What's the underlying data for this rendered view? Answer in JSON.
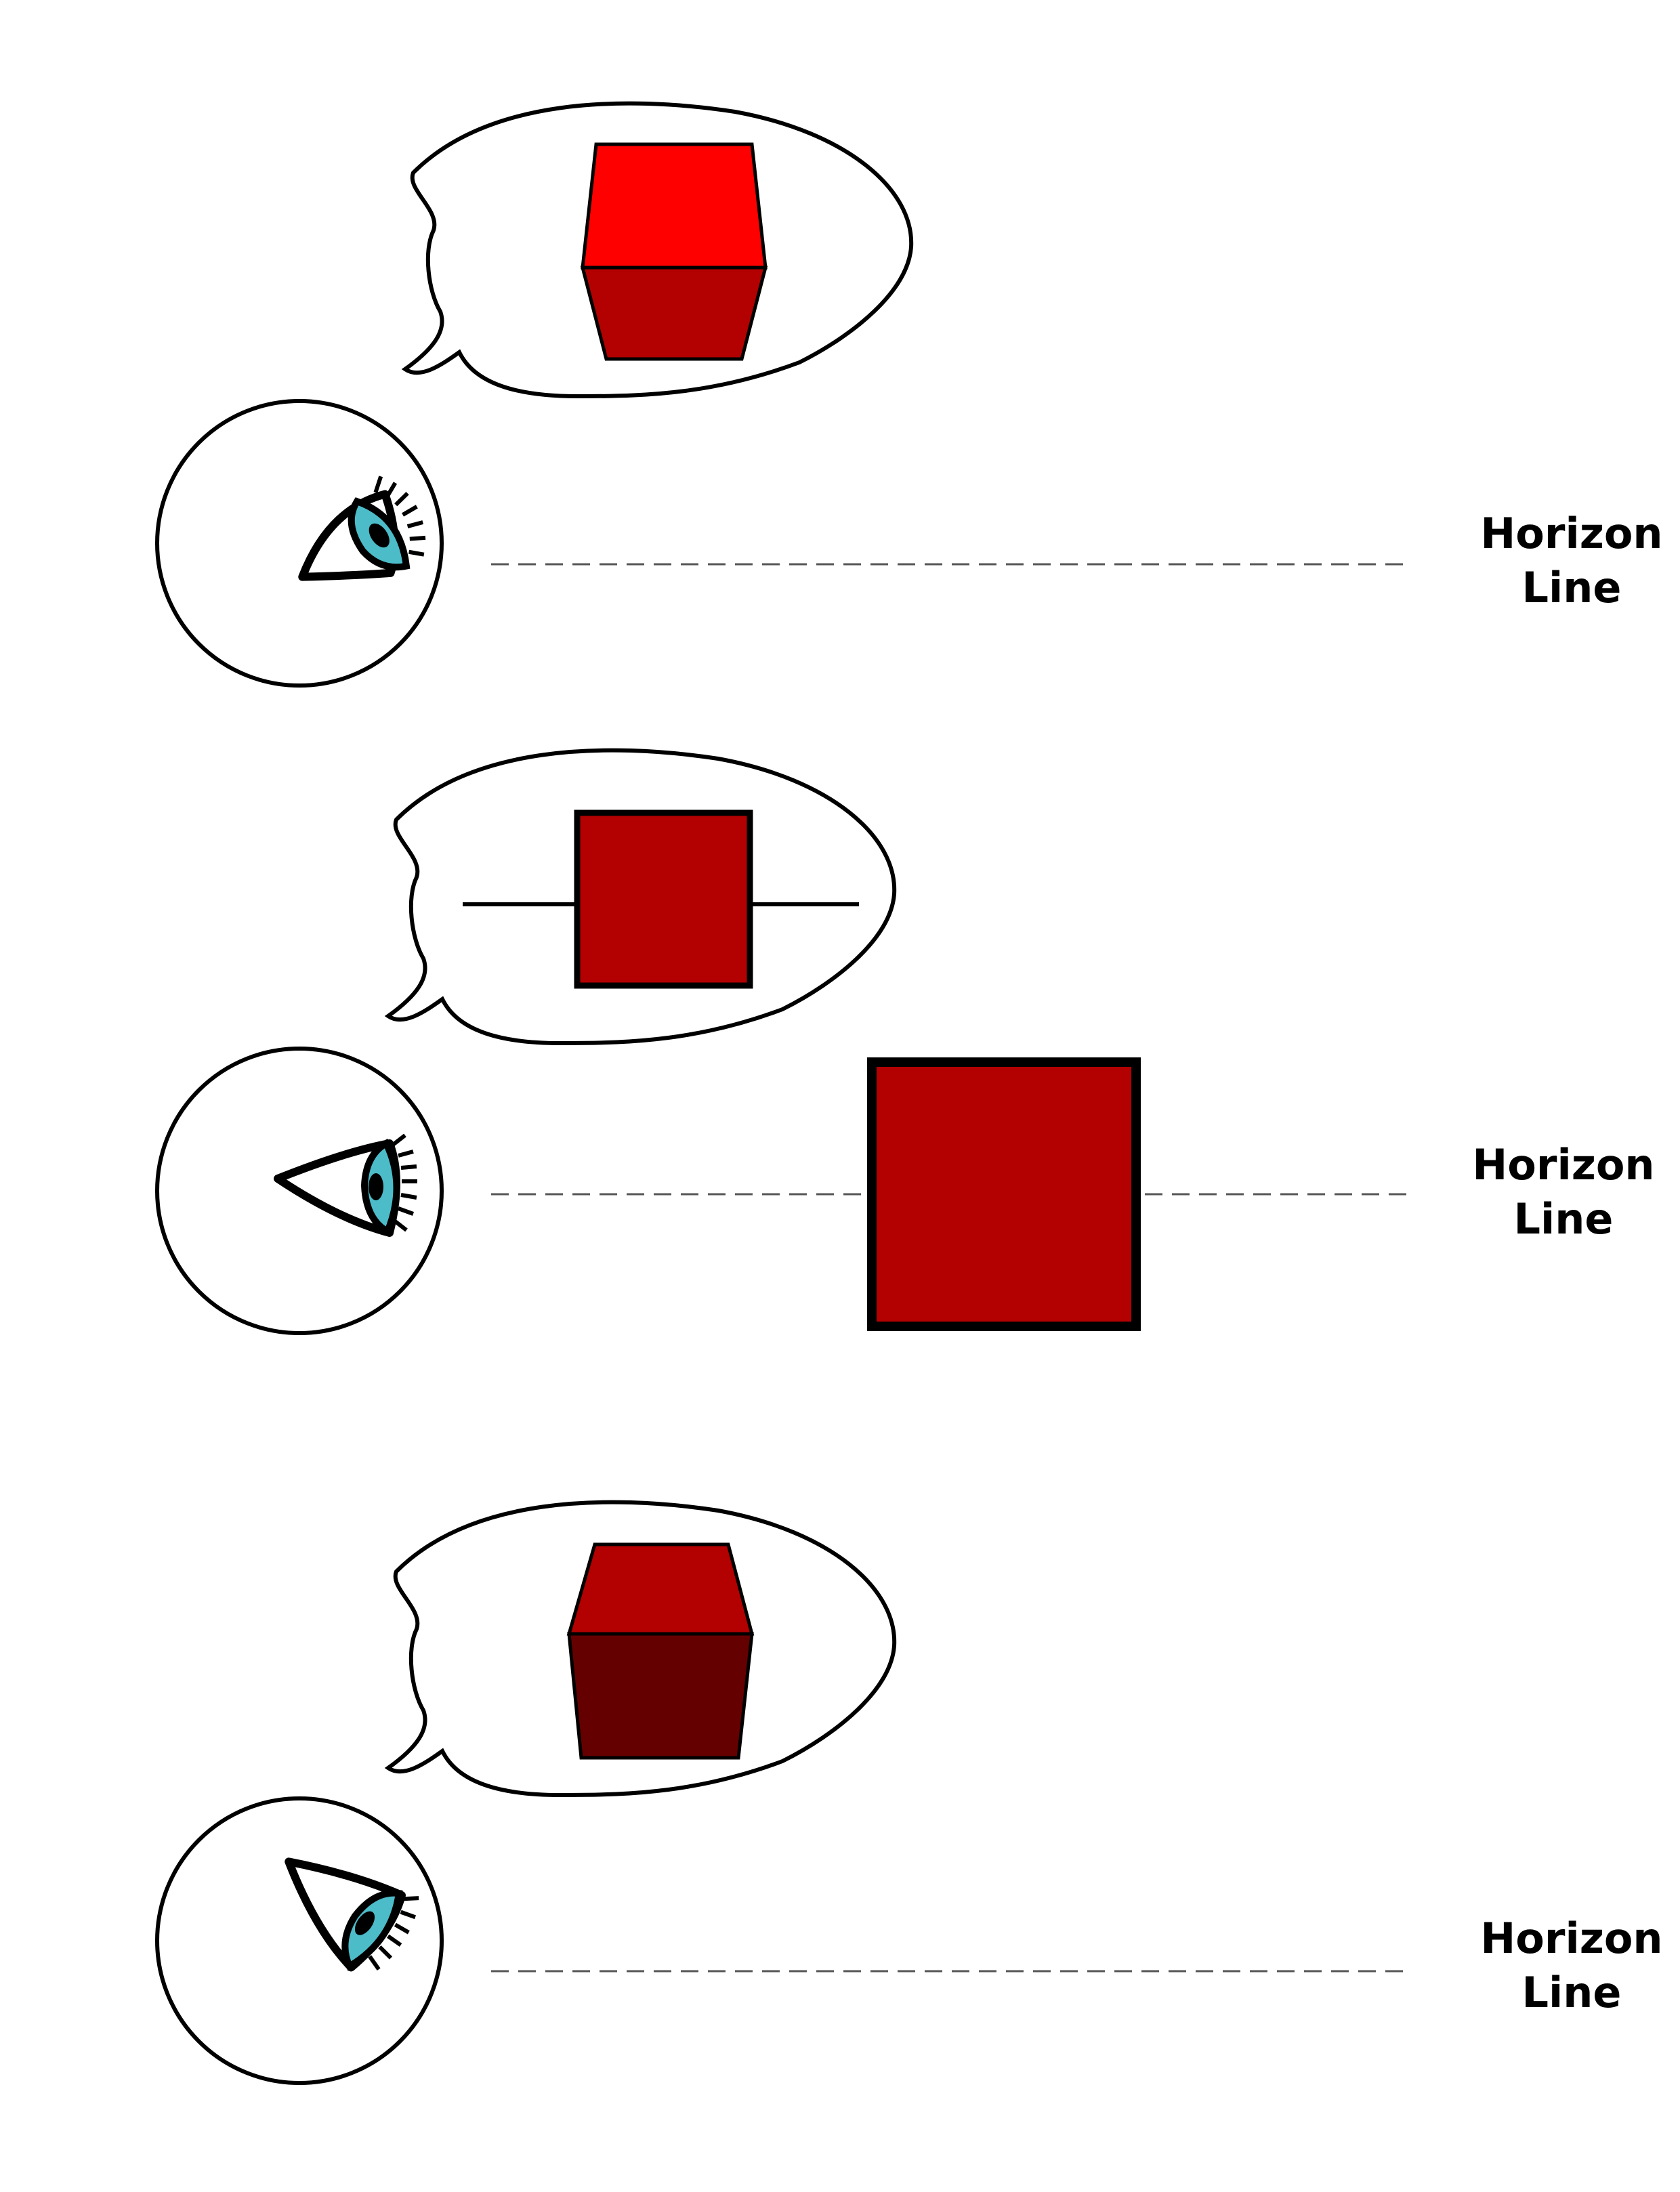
{
  "labels": {
    "horizon_top": [
      "Horizon",
      "Line"
    ],
    "horizon_middle": [
      "Horizon",
      "Line"
    ],
    "horizon_bottom": [
      "Horizon",
      "Line"
    ]
  },
  "colors": {
    "cube_front_bright": "#ff0000",
    "cube_front_dark": "#b30000",
    "cube_front_darkest": "#650000",
    "iris": "#4cbcc9",
    "outline": "#000000",
    "dashed_line": "#555555"
  },
  "icons": [
    "eye-icon",
    "thought-bubble",
    "cube"
  ]
}
